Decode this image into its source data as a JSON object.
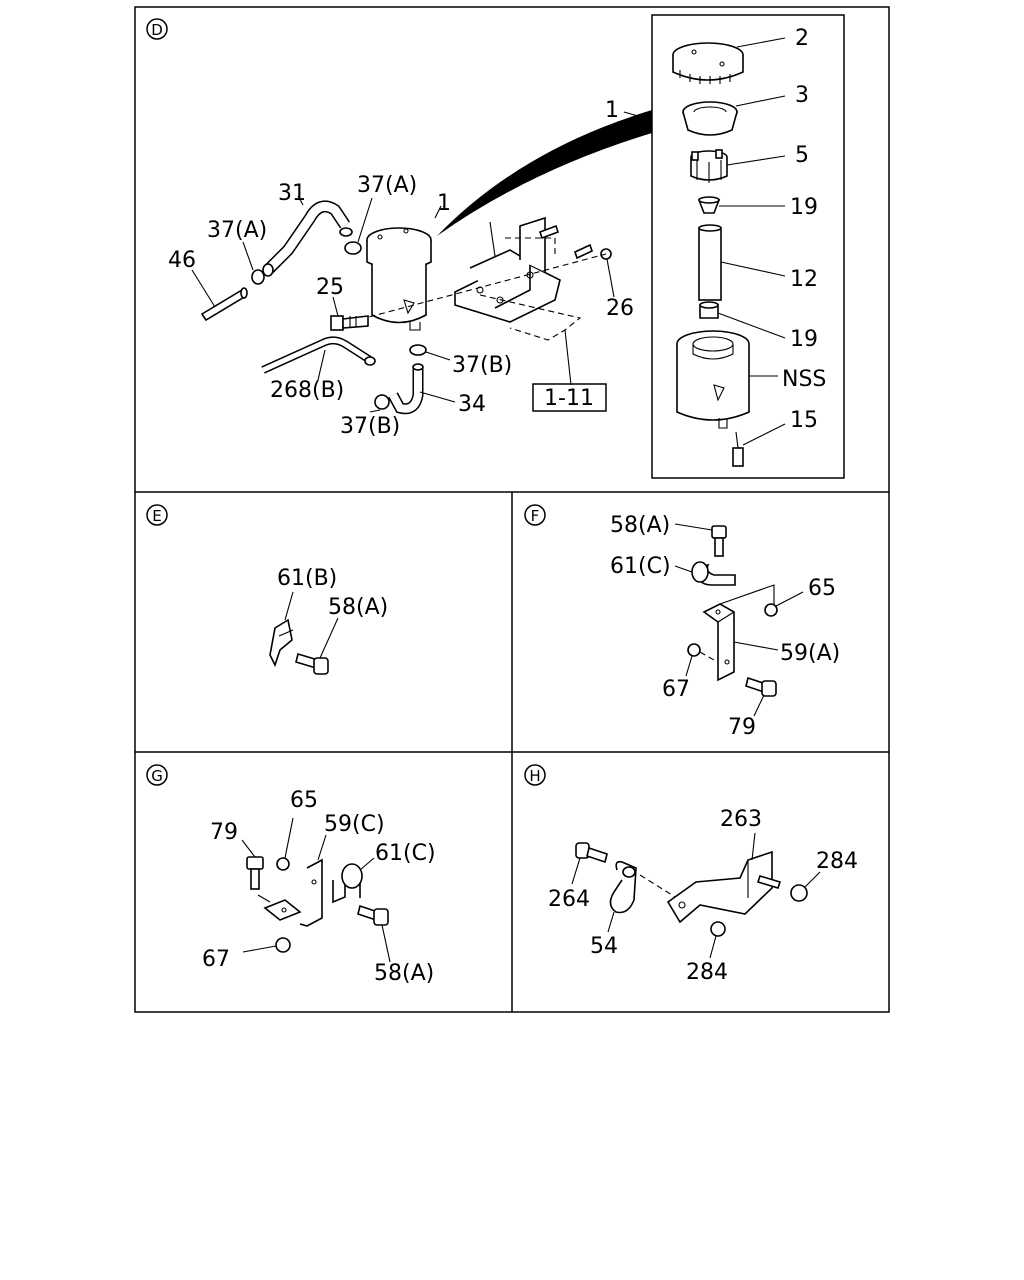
{
  "sections": {
    "D": {
      "letter": "D",
      "inset_labels": [
        "2",
        "3",
        "5",
        "19",
        "12",
        "19",
        "NSS",
        "15"
      ],
      "labels": [
        "1",
        "37(A)",
        "31",
        "37(A)",
        "46",
        "25",
        "26",
        "37(B)",
        "268(B)",
        "37(B)",
        "34"
      ],
      "ref_box": "1-11",
      "callout_1": "1"
    },
    "E": {
      "letter": "E",
      "labels": [
        "61(B)",
        "58(A)"
      ]
    },
    "F": {
      "letter": "F",
      "labels": [
        "58(A)",
        "61(C)",
        "65",
        "59(A)",
        "67",
        "79"
      ]
    },
    "G": {
      "letter": "G",
      "labels": [
        "65",
        "79",
        "59(C)",
        "61(C)",
        "67",
        "58(A)"
      ]
    },
    "H": {
      "letter": "H",
      "labels": [
        "263",
        "284",
        "264",
        "54",
        "284"
      ]
    }
  }
}
